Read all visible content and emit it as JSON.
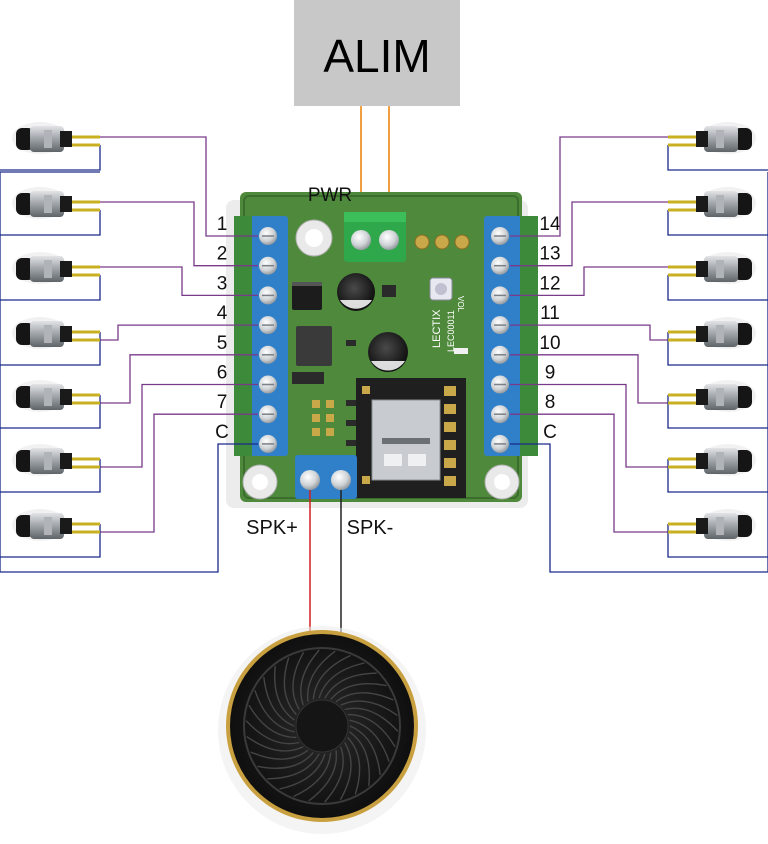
{
  "power_supply": {
    "label": "ALIM"
  },
  "board": {
    "pwr_label": "PWR",
    "brand_text": "LECTIX",
    "model_text": "LEC00011",
    "vol_text": "VOL"
  },
  "speaker_terminals": {
    "plus_label": "SPK+",
    "minus_label": "SPK-"
  },
  "left_terminals": [
    "1",
    "2",
    "3",
    "4",
    "5",
    "6",
    "7",
    "C"
  ],
  "right_terminals": [
    "14",
    "13",
    "12",
    "11",
    "10",
    "9",
    "8",
    "C"
  ],
  "colors": {
    "board_green": "#4f8a3c",
    "terminal_blue": "#2f7fc9",
    "power_terminal_green": "#2ea84a",
    "power_wire": "#f0a040",
    "signal_wire": "#7a3a8a",
    "common_wire": "#1a2a8a",
    "speaker_plus_wire": "#d02020",
    "speaker_minus_wire": "#222222"
  },
  "icons": {
    "button": "push-button-icon",
    "speaker": "speaker-icon"
  }
}
